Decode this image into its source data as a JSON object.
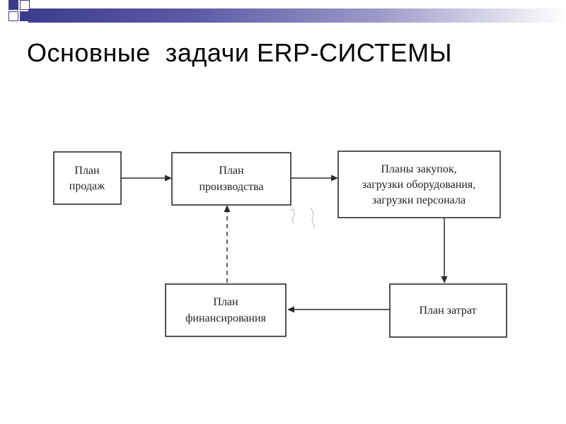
{
  "slide": {
    "title": "Основные  задачи ERP-СИСТЕМЫ"
  },
  "diagram": {
    "nodes": [
      {
        "id": "sales-plan",
        "lines": [
          "План",
          "продаж"
        ]
      },
      {
        "id": "production-plan",
        "lines": [
          "План",
          "производства"
        ]
      },
      {
        "id": "procurement-plans",
        "lines": [
          "Планы закупок,",
          "загрузки оборудования,",
          "загрузки персонала"
        ]
      },
      {
        "id": "cost-plan",
        "lines": [
          "План затрат"
        ]
      },
      {
        "id": "financing-plan",
        "lines": [
          "План",
          "финансирования"
        ]
      }
    ],
    "edges": [
      {
        "from": "sales-plan",
        "to": "production-plan",
        "style": "solid"
      },
      {
        "from": "production-plan",
        "to": "procurement-plans",
        "style": "solid"
      },
      {
        "from": "procurement-plans",
        "to": "cost-plan",
        "style": "solid"
      },
      {
        "from": "cost-plan",
        "to": "financing-plan",
        "style": "solid"
      },
      {
        "from": "financing-plan",
        "to": "production-plan",
        "style": "dashed"
      }
    ]
  }
}
